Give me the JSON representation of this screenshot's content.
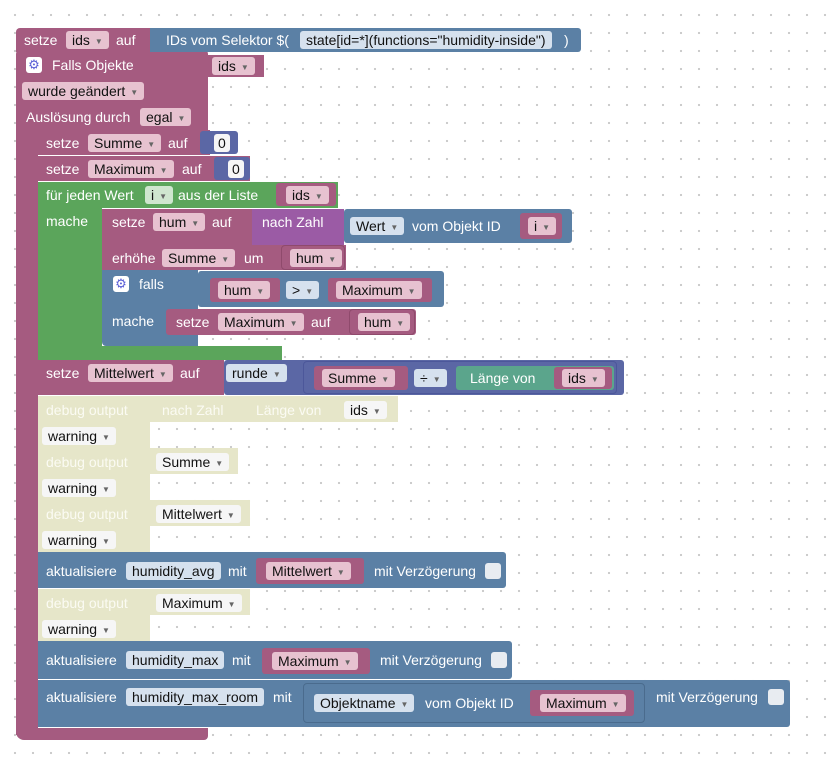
{
  "colors": {
    "variable": "#a55b80",
    "variable_dark": "#8f4a6c",
    "logic": "#5b80a5",
    "logic_dark": "#4a6b8d",
    "loop": "#5ba55b",
    "math": "#5b67a5",
    "text": "#5ba58c",
    "procedure": "#9b5ba5",
    "debug_disabled": "#e6e6c9",
    "debug_border": "#d8d8b6"
  },
  "top": {
    "setze": "setze",
    "var": "ids",
    "auf": "auf",
    "selector_label": "IDs vom Selektor $(",
    "selector_value": "state[id=*](functions=\"humidity-inside\")",
    "selector_close": ")"
  },
  "trigger": {
    "label": "Falls Objekte",
    "var": "ids",
    "changed": "wurde geändert",
    "triggered_by": "Auslösung durch",
    "triggered_value": "egal"
  },
  "init": [
    {
      "setze": "setze",
      "var": "Summe",
      "auf": "auf",
      "value": "0"
    },
    {
      "setze": "setze",
      "var": "Maximum",
      "auf": "auf",
      "value": "0"
    }
  ],
  "loop": {
    "label": "für jeden Wert",
    "var": "i",
    "from_list": "aus der Liste",
    "list": "ids",
    "do": "mache",
    "set_hum": {
      "setze": "setze",
      "var": "hum",
      "auf": "auf",
      "to_number": "nach Zahl",
      "value": "Wert",
      "from_obj": "vom Objekt ID",
      "obj": "i"
    },
    "incr": {
      "label": "erhöhe",
      "var": "Summe",
      "by": "um",
      "value": "hum"
    },
    "if": {
      "label": "falls",
      "left": "hum",
      "op": ">",
      "right": "Maximum",
      "do": "mache",
      "setze": "setze",
      "var": "Maximum",
      "auf": "auf",
      "value": "hum"
    }
  },
  "avg": {
    "setze": "setze",
    "var": "Mittelwert",
    "auf": "auf",
    "round": "runde",
    "a": "Summe",
    "op": "÷",
    "length_of": "Länge von",
    "list": "ids"
  },
  "debug": [
    {
      "label": "debug output",
      "to_number": "nach Zahl",
      "length_of": "Länge von",
      "value": "ids",
      "level": "warning"
    },
    {
      "label": "debug output",
      "value": "Summe",
      "level": "warning"
    },
    {
      "label": "debug output",
      "value": "Mittelwert",
      "level": "warning"
    },
    {
      "label": "debug output",
      "value": "Maximum",
      "level": "warning"
    }
  ],
  "updates": [
    {
      "label": "aktualisiere",
      "target": "humidity_avg",
      "mit": "mit",
      "value": "Mittelwert",
      "delay": "mit Verzögerung"
    },
    {
      "label": "aktualisiere",
      "target": "humidity_max",
      "mit": "mit",
      "value": "Maximum",
      "delay": "mit Verzögerung"
    },
    {
      "label": "aktualisiere",
      "target": "humidity_max_room",
      "mit": "mit",
      "value_name": "Objektname",
      "from_obj": "vom Objekt ID",
      "value": "Maximum",
      "delay": "mit Verzögerung"
    }
  ],
  "icons": {
    "gear": "gear-icon",
    "dropdown": "dropdown-arrow-icon",
    "checkbox": "checkbox-icon"
  }
}
